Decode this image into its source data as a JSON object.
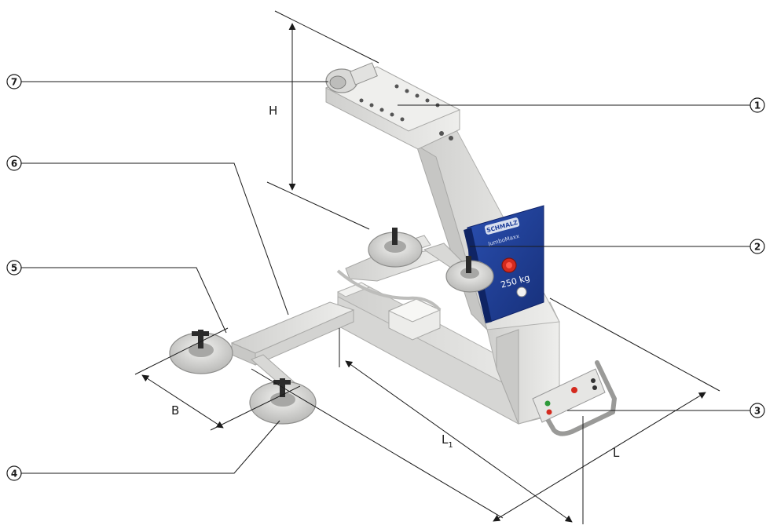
{
  "callouts": [
    "7",
    "1",
    "6",
    "2",
    "5",
    "3",
    "4"
  ],
  "dimensions": {
    "height": "H",
    "width": "B",
    "length": "L",
    "length1_main": "L",
    "length1_sub": "1"
  },
  "device": {
    "brand": "SCHMALZ",
    "model": "JumboMaxx",
    "load": "250 kg"
  },
  "colors": {
    "frame": "#dcdcda",
    "panel": "#1e3f9a",
    "button_red": "#d42a1e",
    "button_green": "#2f9a3a",
    "line": "#1a1a1a"
  }
}
